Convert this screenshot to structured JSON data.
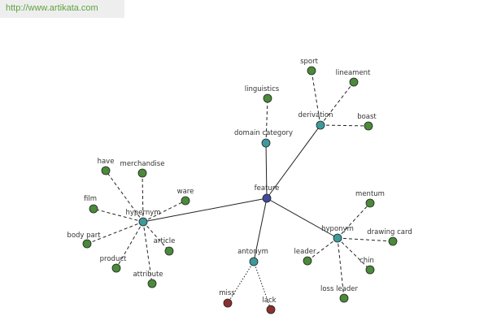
{
  "header": {
    "url_text": "http://www.artikata.com"
  },
  "colors": {
    "edge": "#222222",
    "center": "#3f4a9a",
    "category": "#3e9a9a",
    "word": "#4a8a3a",
    "antonym_word": "#8a3030",
    "node_stroke": "#222222"
  },
  "graph": {
    "nodes": [
      {
        "id": "feature",
        "label": "feature",
        "kind": "center"
      },
      {
        "id": "hypernym",
        "label": "hypernym",
        "kind": "category"
      },
      {
        "id": "domain-category",
        "label": "domain category",
        "kind": "category"
      },
      {
        "id": "derivation",
        "label": "derivation",
        "kind": "category"
      },
      {
        "id": "hyponym",
        "label": "hyponym",
        "kind": "category"
      },
      {
        "id": "antonym",
        "label": "antonym",
        "kind": "category"
      },
      {
        "id": "have",
        "label": "have",
        "kind": "word"
      },
      {
        "id": "merchandise",
        "label": "merchandise",
        "kind": "word"
      },
      {
        "id": "ware",
        "label": "ware",
        "kind": "word"
      },
      {
        "id": "film",
        "label": "film",
        "kind": "word"
      },
      {
        "id": "body-part",
        "label": "body part",
        "kind": "word"
      },
      {
        "id": "product",
        "label": "product",
        "kind": "word"
      },
      {
        "id": "article",
        "label": "article",
        "kind": "word"
      },
      {
        "id": "attribute",
        "label": "attribute",
        "kind": "word"
      },
      {
        "id": "linguistics",
        "label": "linguistics",
        "kind": "word"
      },
      {
        "id": "sport",
        "label": "sport",
        "kind": "word"
      },
      {
        "id": "lineament",
        "label": "lineament",
        "kind": "word"
      },
      {
        "id": "boast",
        "label": "boast",
        "kind": "word"
      },
      {
        "id": "mentum",
        "label": "mentum",
        "kind": "word"
      },
      {
        "id": "drawing-card",
        "label": "drawing card",
        "kind": "word"
      },
      {
        "id": "chin",
        "label": "chin",
        "kind": "word"
      },
      {
        "id": "loss-leader",
        "label": "loss leader",
        "kind": "word"
      },
      {
        "id": "leader",
        "label": "leader",
        "kind": "word"
      },
      {
        "id": "miss",
        "label": "miss",
        "kind": "antonym_word"
      },
      {
        "id": "lack",
        "label": "lack",
        "kind": "antonym_word"
      }
    ],
    "edges": [
      {
        "from": "feature",
        "to": "hypernym",
        "style": "solid"
      },
      {
        "from": "feature",
        "to": "domain-category",
        "style": "solid"
      },
      {
        "from": "feature",
        "to": "derivation",
        "style": "solid"
      },
      {
        "from": "feature",
        "to": "hyponym",
        "style": "solid"
      },
      {
        "from": "feature",
        "to": "antonym",
        "style": "solid"
      },
      {
        "from": "hypernym",
        "to": "have",
        "style": "dashed"
      },
      {
        "from": "hypernym",
        "to": "merchandise",
        "style": "dashed"
      },
      {
        "from": "hypernym",
        "to": "ware",
        "style": "dashed"
      },
      {
        "from": "hypernym",
        "to": "film",
        "style": "dashed"
      },
      {
        "from": "hypernym",
        "to": "body-part",
        "style": "dashed"
      },
      {
        "from": "hypernym",
        "to": "product",
        "style": "dashed"
      },
      {
        "from": "hypernym",
        "to": "article",
        "style": "dashed"
      },
      {
        "from": "hypernym",
        "to": "attribute",
        "style": "dashed"
      },
      {
        "from": "domain-category",
        "to": "linguistics",
        "style": "dashed"
      },
      {
        "from": "derivation",
        "to": "sport",
        "style": "dashed"
      },
      {
        "from": "derivation",
        "to": "lineament",
        "style": "dashed"
      },
      {
        "from": "derivation",
        "to": "boast",
        "style": "dashed"
      },
      {
        "from": "hyponym",
        "to": "mentum",
        "style": "dashed"
      },
      {
        "from": "hyponym",
        "to": "drawing-card",
        "style": "dashed"
      },
      {
        "from": "hyponym",
        "to": "chin",
        "style": "dashed"
      },
      {
        "from": "hyponym",
        "to": "loss-leader",
        "style": "dashed"
      },
      {
        "from": "hyponym",
        "to": "leader",
        "style": "dashed"
      },
      {
        "from": "antonym",
        "to": "miss",
        "style": "dotted"
      },
      {
        "from": "antonym",
        "to": "lack",
        "style": "dotted"
      }
    ]
  }
}
